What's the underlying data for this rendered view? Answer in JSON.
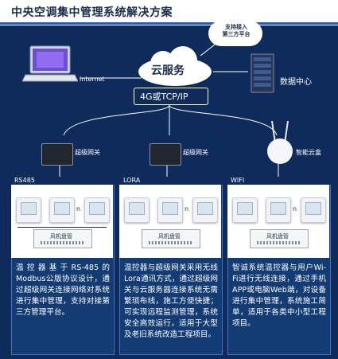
{
  "title": "中央空调集中管理系统解决方案",
  "cloud": {
    "label": "云服务",
    "protocol": "4G或TCP/IP"
  },
  "third_party": "支持接入\n第三方平台",
  "internet": "internet",
  "data_center": "数据中心",
  "gateways": [
    {
      "label": "超级网关"
    },
    {
      "label": "超级网关"
    },
    {
      "label": "智能云盒"
    }
  ],
  "panels": [
    {
      "tag": "RS485",
      "dots": "n",
      "fcu_label": "风机盘管",
      "description": "温控器基于RS-485的Modbus公版协议设计，通过超级网关连接网络对系统进行集中管理，支持对接第三方管理平台。"
    },
    {
      "tag": "LORA",
      "dots": "n",
      "fcu_label": "风机盘管",
      "description": "温控器与超级网关采用无线Lora通讯方式，通过超级网关与云服务器连接系统无需繁琐布线，施工方便快捷；可实现远程监测管理，系统安全高效运行，适用于大型及老旧系统改造工程项目。"
    },
    {
      "tag": "WIFI",
      "dots": "n",
      "fcu_label": "风机盘管",
      "description": "智诚系统温控器与用户Wi-Fi进行无线连接，通过手机APP或电脑Web端，对设备进行集中管理，系统施工简单，适用于各类中小型工程项目。"
    }
  ],
  "colors": {
    "background": "#0f2b5c",
    "accent": "#1f58c9",
    "panel": "#133b74",
    "text": "#ffffff"
  },
  "icons": {
    "laptop": "laptop-icon",
    "server": "server-rack-icon",
    "cloud": "cloud-icon",
    "wifi": "wifi-signal-icon",
    "thermostat": "thermostat-icon",
    "fan_coil": "fan-coil-icon",
    "gateway": "gateway-icon",
    "cloud_box": "router-icon"
  }
}
